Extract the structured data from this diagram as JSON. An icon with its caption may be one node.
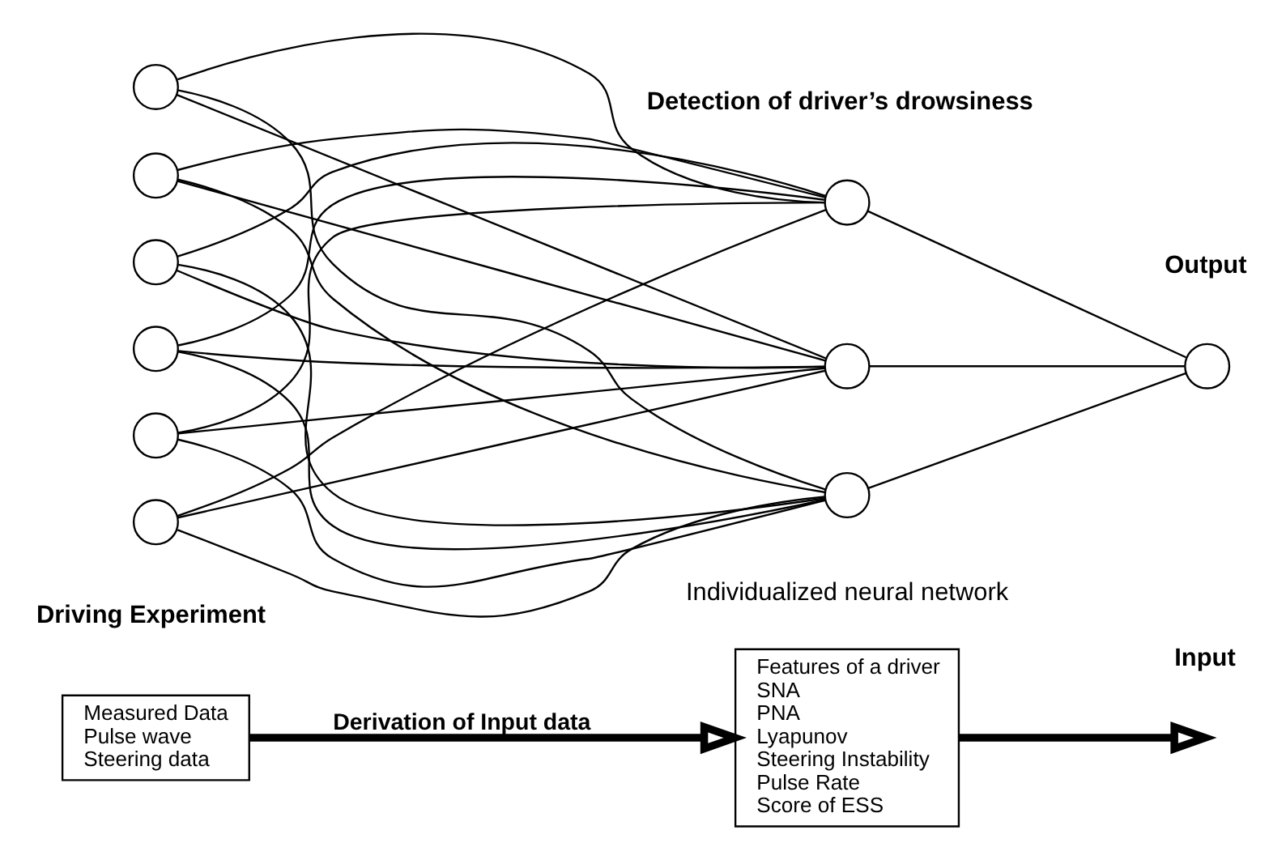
{
  "diagram": {
    "nodes": [
      {
        "text": [
          "Measured Data",
          "Pulse wave",
          "Steering data"
        ]
      },
      {
        "text": [
          "Features of a driver",
          "SNA",
          "PNA",
          "Lyapunov",
          "Steering Instability",
          "Pulse Rate",
          "Score of ESS"
        ]
      },
      {
        "text": [],
        "shape": "circle"
      },
      {
        "text": [],
        "shape": "circle"
      },
      {
        "text": [],
        "shape": "circle"
      },
      {
        "text": [],
        "shape": "circle"
      },
      {
        "text": [],
        "shape": "circle"
      },
      {
        "text": [],
        "shape": "circle"
      },
      {
        "text": [],
        "shape": "circle"
      },
      {
        "text": [],
        "shape": "circle"
      },
      {
        "text": [],
        "shape": "circle"
      },
      {
        "text": [],
        "shape": "circle"
      }
    ],
    "edges": [
      {
        "from": 0,
        "to": 1,
        "arrow": "to",
        "label": "Derivation of Input data",
        "style": "thick"
      },
      {
        "from": 1,
        "to": null,
        "arrow": "to",
        "style": "thick"
      },
      {
        "from": 2,
        "to": 8,
        "arrow": "none"
      },
      {
        "from": 2,
        "to": 9,
        "arrow": "none"
      },
      {
        "from": 2,
        "to": 10,
        "arrow": "none"
      },
      {
        "from": 3,
        "to": 8,
        "arrow": "none"
      },
      {
        "from": 3,
        "to": 9,
        "arrow": "none"
      },
      {
        "from": 3,
        "to": 10,
        "arrow": "none"
      },
      {
        "from": 4,
        "to": 8,
        "arrow": "none"
      },
      {
        "from": 4,
        "to": 9,
        "arrow": "none"
      },
      {
        "from": 4,
        "to": 10,
        "arrow": "none"
      },
      {
        "from": 5,
        "to": 8,
        "arrow": "none"
      },
      {
        "from": 5,
        "to": 9,
        "arrow": "none"
      },
      {
        "from": 5,
        "to": 10,
        "arrow": "none"
      },
      {
        "from": 6,
        "to": 8,
        "arrow": "none"
      },
      {
        "from": 6,
        "to": 9,
        "arrow": "none"
      },
      {
        "from": 6,
        "to": 10,
        "arrow": "none"
      },
      {
        "from": 7,
        "to": 8,
        "arrow": "none"
      },
      {
        "from": 7,
        "to": 9,
        "arrow": "none"
      },
      {
        "from": 7,
        "to": 10,
        "arrow": "none"
      },
      {
        "from": 8,
        "to": 11,
        "arrow": "none"
      },
      {
        "from": 9,
        "to": 11,
        "arrow": "none"
      },
      {
        "from": 10,
        "to": 11,
        "arrow": "none"
      }
    ],
    "labels": [
      "Driving Experiment",
      "Detection of driver’s drowsiness",
      "Input",
      "Output",
      "Individualized neural network"
    ]
  }
}
